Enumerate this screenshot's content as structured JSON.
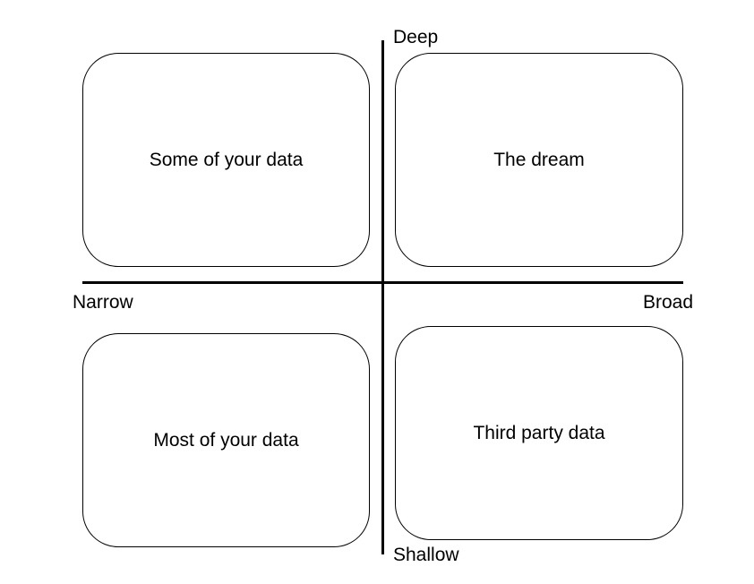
{
  "axes": {
    "vertical_top_label": "Deep",
    "vertical_bottom_label": "Shallow",
    "horizontal_left_label": "Narrow",
    "horizontal_right_label": "Broad"
  },
  "quadrants": {
    "top_left": "Some of your data",
    "top_right": "The dream",
    "bottom_left": "Most of your data",
    "bottom_right": "Third party data"
  }
}
